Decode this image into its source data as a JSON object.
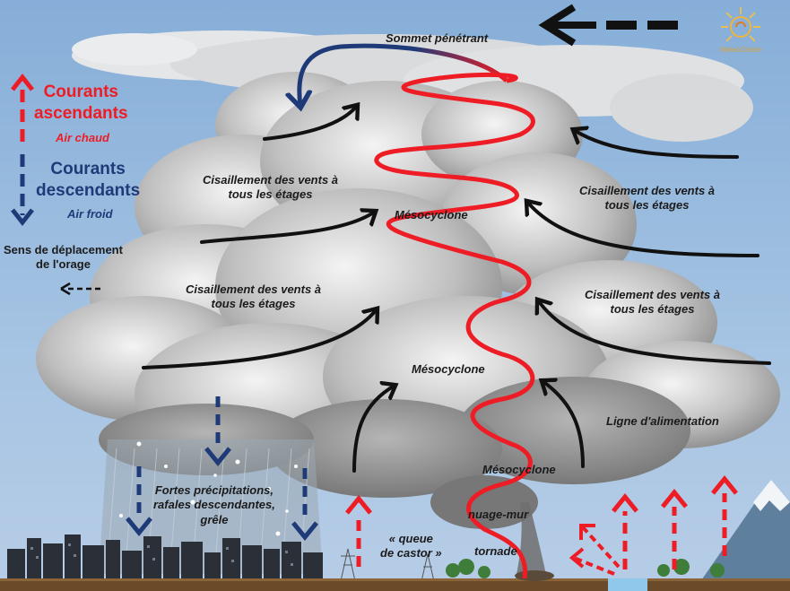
{
  "diagram": {
    "top_label": "Sommet pénétrant",
    "shear_left_1": [
      "Cisaillement des vents à",
      "tous les étages"
    ],
    "shear_left_2": [
      "Cisaillement des vents à",
      "tous les étages"
    ],
    "shear_right_1": [
      "Cisaillement des vents à",
      "tous les étages"
    ],
    "shear_right_2": [
      "Cisaillement des vents à",
      "tous les étages"
    ],
    "mesocyclone_1": "Mésocyclone",
    "mesocyclone_2": "Mésocyclone",
    "mesocyclone_3": "Mésocyclone",
    "inflow_label": "Ligne d'alimentation",
    "precip_label": [
      "Fortes précipitations,",
      "rafales descendantes,",
      "grêle"
    ],
    "beaver_tail": [
      "« queue",
      "de castor »"
    ],
    "wall_cloud": "nuage-mur",
    "tornado": "tornade"
  },
  "legend": {
    "updraft_title": [
      "Courants",
      "ascendants"
    ],
    "updraft_sub": "Air chaud",
    "downdraft_title": [
      "Courants",
      "descendants"
    ],
    "downdraft_sub": "Air froid",
    "motion_label": [
      "Sens de déplacement",
      "de l'orage"
    ]
  },
  "logo": {
    "text": "MeteoCentre"
  },
  "colors": {
    "sky": "#8fb3d6",
    "updraft_red": "#ee1c24",
    "downdraft_blue": "#1f3a78",
    "arrow_black": "#111111",
    "ground": "#6b4a2a"
  }
}
